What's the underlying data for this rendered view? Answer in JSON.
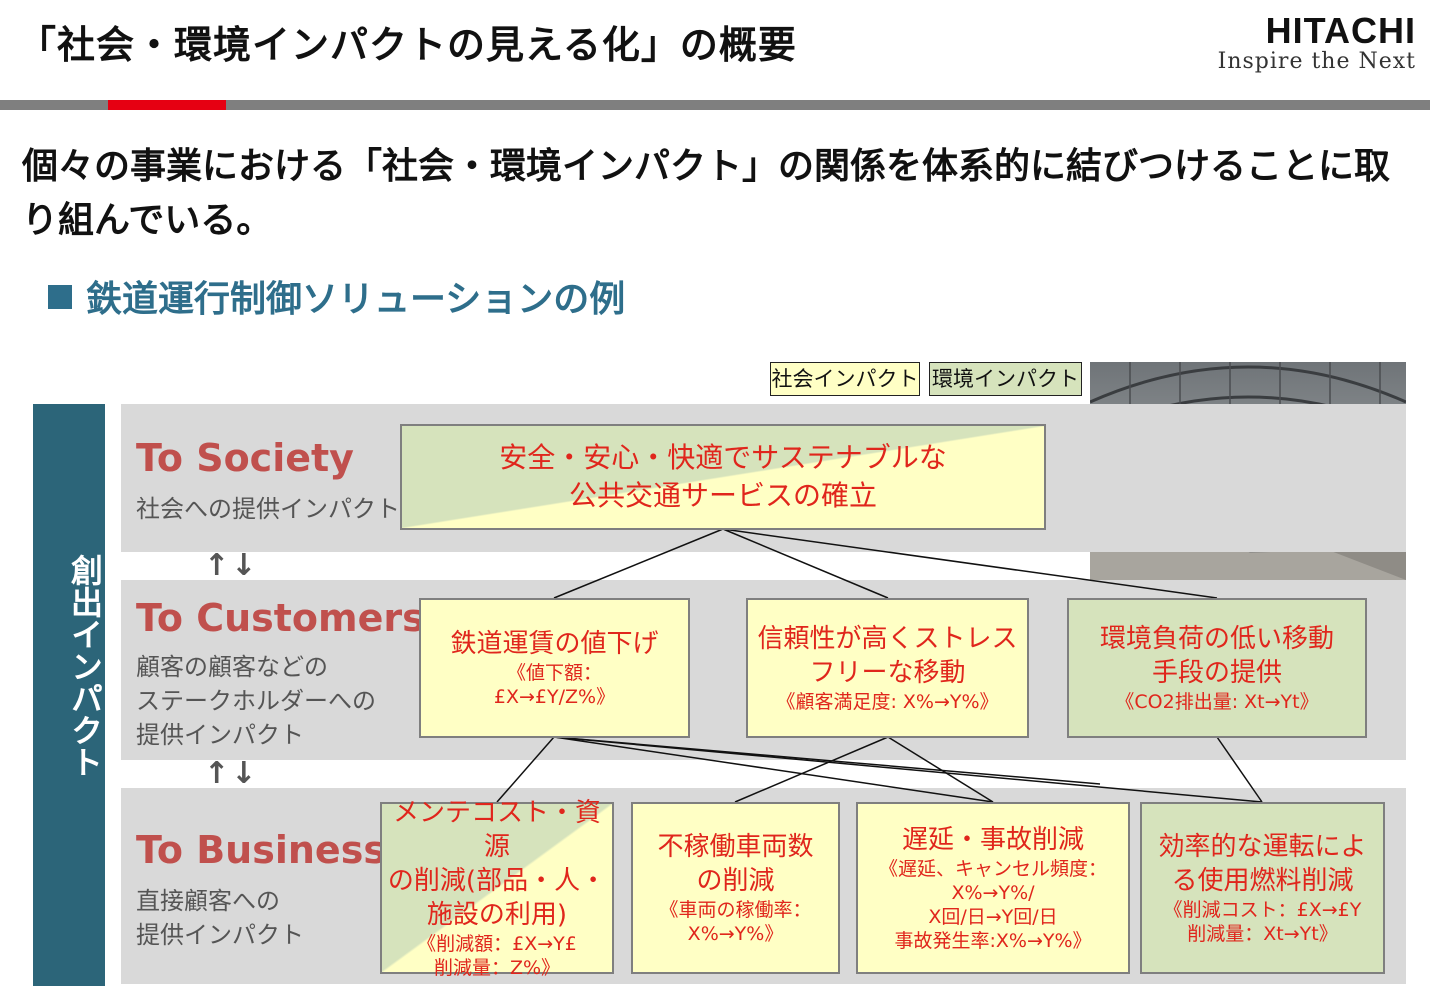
{
  "header": {
    "title": "「社会・環境インパクトの見える化」の概要",
    "logo_name": "HITACHI",
    "logo_tagline": "Inspire the Next"
  },
  "lead_text": "個々の事業における「社会・環境インパクト」の関係を体系的に結びつけることに取り組んでいる。",
  "subheading": "鉄道運行制御ソリューションの例",
  "legend": {
    "society": "社会インパクト",
    "environment": "環境インパクト",
    "society_color": "#ffffc5",
    "environment_color": "#d6e3bc"
  },
  "sidebar_label": "創出インパクト",
  "levels": {
    "society": {
      "title": "To Society",
      "desc": "社会への提供インパクト"
    },
    "customers": {
      "title": "To Customers",
      "desc": [
        "顧客の顧客などの",
        "ステークホルダーへの",
        "提供インパクト"
      ]
    },
    "business": {
      "title": "To Business",
      "desc": [
        "直接顧客への",
        "提供インパクト"
      ]
    }
  },
  "nodes": {
    "society_goal": {
      "lines": [
        "安全・安心・快適でサステナブルな",
        "公共交通サービスの確立"
      ]
    },
    "c1": {
      "lines": [
        "鉄道運賃の値下げ"
      ],
      "kpi": [
        "《値下額：",
        "£X→£Y/Z%》"
      ]
    },
    "c2": {
      "lines": [
        "信頼性が高くストレス",
        "フリーな移動"
      ],
      "kpi": [
        "《顧客満足度: X%→Y%》"
      ]
    },
    "c3": {
      "lines": [
        "環境負荷の低い移動",
        "手段の提供"
      ],
      "kpi": [
        "《CO2排出量: Xt→Yt》"
      ]
    },
    "b1": {
      "lines": [
        "メンテコスト・資源",
        "の削減(部品・人・",
        "施設の利用)"
      ],
      "kpi": [
        "《削減額：£X→Y£",
        "削減量：Z%》"
      ]
    },
    "b2": {
      "lines": [
        "不稼働車両数",
        "の削減"
      ],
      "kpi": [
        "《車両の稼働率：",
        "X%→Y%》"
      ]
    },
    "b3": {
      "lines": [
        "遅延・事故削減"
      ],
      "kpi": [
        "《遅延、キャンセル頻度：",
        "X%→Y%/",
        "X回/日→Y回/日",
        "事故発生率:X%→Y%》"
      ]
    },
    "b4": {
      "lines": [
        "効率的な運転によ",
        "る使用燃料削減"
      ],
      "kpi": [
        "《削減コスト：£X→£Y",
        "削減量：Xt→Yt》"
      ]
    }
  },
  "colors": {
    "accent_red": "#e60012",
    "band_gray": "#d9d9d9",
    "sidebar_teal": "#2c6579",
    "level_title_red": "#c0504d",
    "node_text_red": "#e0261c"
  }
}
